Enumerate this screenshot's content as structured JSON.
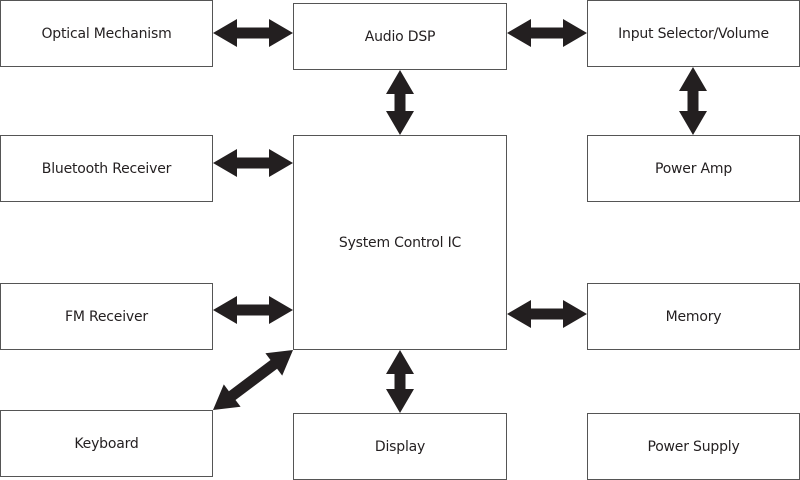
{
  "diagram": {
    "type": "block-diagram",
    "arrow_color": "#231f20",
    "border_color": "#555555",
    "blocks": {
      "optical": "Optical Mechanism",
      "dsp": "Audio DSP",
      "input": "Input Selector/Volume",
      "amp": "Power Amp",
      "bluetooth": "Bluetooth Receiver",
      "sysctl": "System Control IC",
      "fm": "FM Receiver",
      "memory": "Memory",
      "keyboard": "Keyboard",
      "display": "Display",
      "power": "Power Supply"
    },
    "connections": [
      {
        "from": "Optical Mechanism",
        "to": "Audio DSP",
        "direction": "bidirectional"
      },
      {
        "from": "Audio DSP",
        "to": "Input Selector/Volume",
        "direction": "bidirectional"
      },
      {
        "from": "Audio DSP",
        "to": "System Control IC",
        "direction": "bidirectional"
      },
      {
        "from": "Input Selector/Volume",
        "to": "Power Amp",
        "direction": "bidirectional"
      },
      {
        "from": "Bluetooth Receiver",
        "to": "System Control IC",
        "direction": "bidirectional"
      },
      {
        "from": "FM Receiver",
        "to": "System Control IC",
        "direction": "bidirectional"
      },
      {
        "from": "System Control IC",
        "to": "Memory",
        "direction": "bidirectional"
      },
      {
        "from": "System Control IC",
        "to": "Display",
        "direction": "bidirectional"
      },
      {
        "from": "Keyboard",
        "to": "System Control IC",
        "direction": "bidirectional"
      }
    ]
  }
}
